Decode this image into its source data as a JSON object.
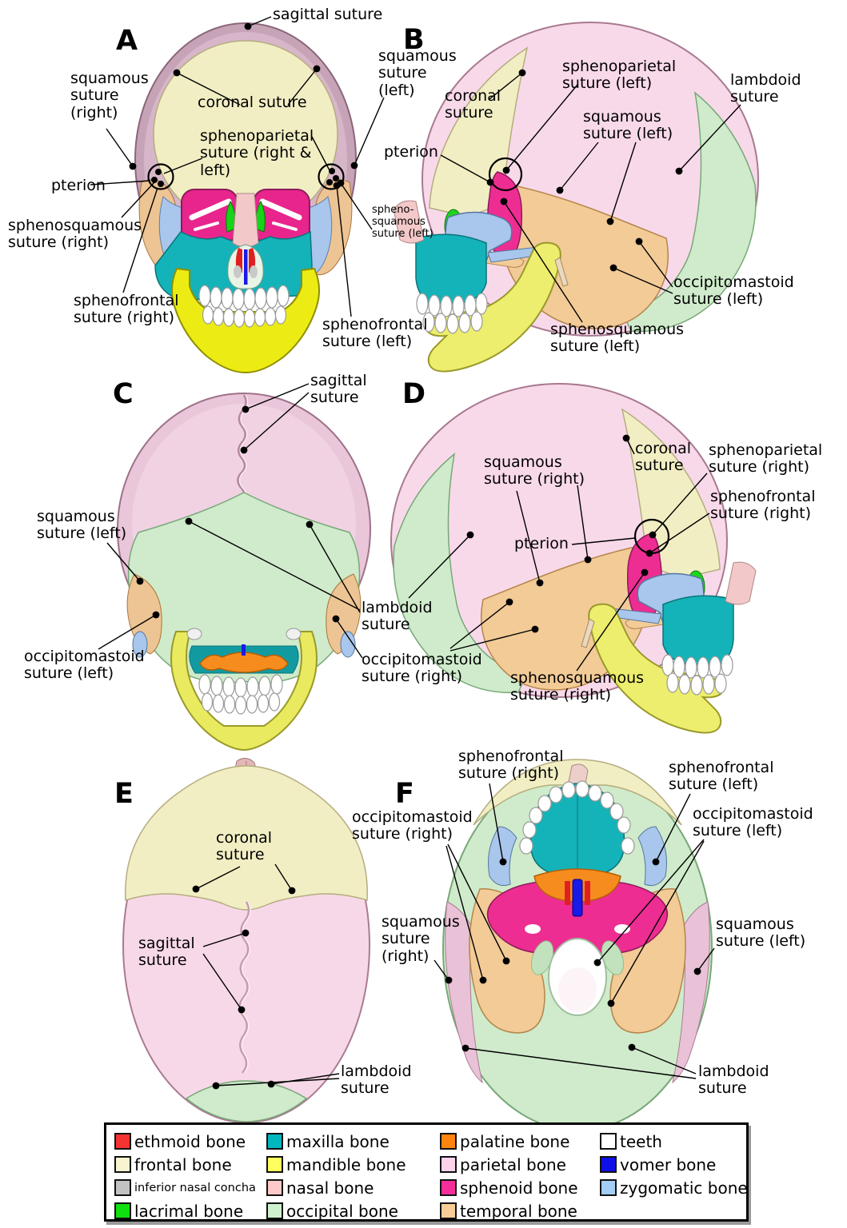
{
  "panels": [
    {
      "letter": "A",
      "labels": [
        "sagittal suture",
        "squamous suture (right)",
        "coronal suture",
        "sphenoparietal suture (right & left)",
        "pterion",
        "sphenosquamous suture (right)",
        "sphenofrontal suture (right)",
        "squamous suture (left)",
        "spheno-squamous suture (left)",
        "sphenofrontal suture (left)"
      ]
    },
    {
      "letter": "B",
      "labels": [
        "coronal suture",
        "sphenoparietal suture (left)",
        "squamous suture (left)",
        "lambdoid suture",
        "pterion",
        "occipitomastoid suture (left)",
        "sphenosquamous suture (left)"
      ]
    },
    {
      "letter": "C",
      "labels": [
        "sagittal suture",
        "squamous suture (left)",
        "occipitomastoid suture (left)",
        "lambdoid suture",
        "occipitomastoid suture (right)"
      ]
    },
    {
      "letter": "D",
      "labels": [
        "squamous suture (right)",
        "coronal suture",
        "sphenoparietal suture (right)",
        "sphenofrontal suture (right)",
        "pterion",
        "sphenosquamous suture (right)"
      ]
    },
    {
      "letter": "E",
      "labels": [
        "coronal suture",
        "sagittal suture",
        "lambdoid suture"
      ]
    },
    {
      "letter": "F",
      "labels": [
        "sphenofrontal suture (right)",
        "sphenofrontal suture (left)",
        "occipitomastoid suture (right)",
        "occipitomastoid suture (left)",
        "squamous suture (right)",
        "squamous suture (left)",
        "lambdoid suture"
      ]
    }
  ],
  "legend": {
    "columns": [
      [
        {
          "name": "ethmoid bone",
          "color": "#f63333"
        },
        {
          "name": "frontal bone",
          "color": "#f7f4cf"
        },
        {
          "name": "inferior nasal concha",
          "color": "#c2c2c2"
        },
        {
          "name": "lacrimal bone",
          "color": "#10e010"
        }
      ],
      [
        {
          "name": "maxilla bone",
          "color": "#00b7bd"
        },
        {
          "name": "mandible bone",
          "color": "#ffff5e"
        },
        {
          "name": "nasal bone",
          "color": "#ffc9c9"
        },
        {
          "name": "occipital bone",
          "color": "#cdf0cd"
        }
      ],
      [
        {
          "name": "palatine bone",
          "color": "#ff850f"
        },
        {
          "name": "parietal bone",
          "color": "#fcd3eb"
        },
        {
          "name": "sphenoid bone",
          "color": "#f52e9b"
        },
        {
          "name": "temporal bone",
          "color": "#f8cd98"
        }
      ],
      [
        {
          "name": "teeth",
          "color": "#ffffff"
        },
        {
          "name": "vomer bone",
          "color": "#0f0fe8"
        },
        {
          "name": "zygomatic bone",
          "color": "#a3cdf5"
        }
      ]
    ]
  }
}
